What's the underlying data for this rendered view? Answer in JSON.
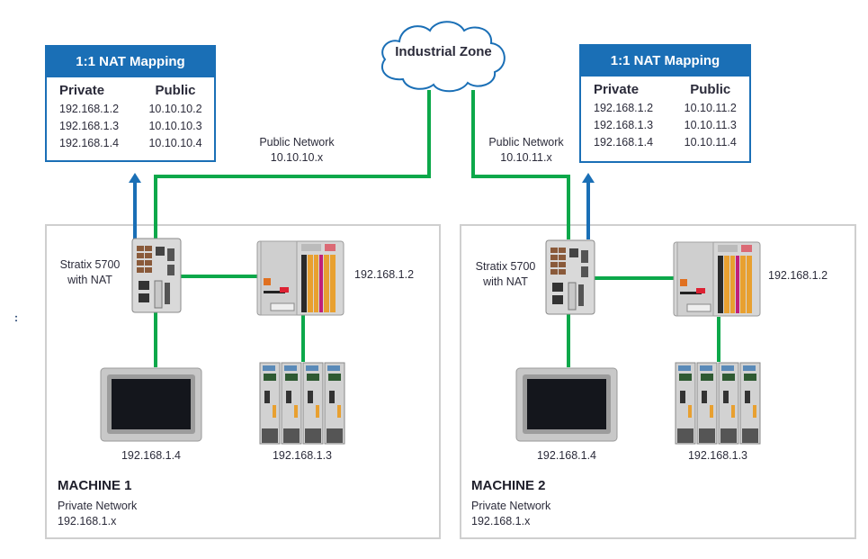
{
  "cloud": {
    "label": "Industrial Zone"
  },
  "nat_tables": [
    {
      "title": "1:1 NAT Mapping",
      "headers": {
        "private": "Private",
        "public": "Public"
      },
      "rows": [
        {
          "private": "192.168.1.2",
          "public": "10.10.10.2"
        },
        {
          "private": "192.168.1.3",
          "public": "10.10.10.3"
        },
        {
          "private": "192.168.1.4",
          "public": "10.10.10.4"
        }
      ]
    },
    {
      "title": "1:1 NAT Mapping",
      "headers": {
        "private": "Private",
        "public": "Public"
      },
      "rows": [
        {
          "private": "192.168.1.2",
          "public": "10.10.11.2"
        },
        {
          "private": "192.168.1.3",
          "public": "10.10.11.3"
        },
        {
          "private": "192.168.1.4",
          "public": "10.10.11.4"
        }
      ]
    }
  ],
  "public_networks": [
    {
      "name": "Public Network",
      "subnet": "10.10.10.x"
    },
    {
      "name": "Public Network",
      "subnet": "10.10.11.x"
    }
  ],
  "machines": [
    {
      "title": "MACHINE 1",
      "network_name": "Private Network",
      "subnet": "192.168.1.x",
      "switch_label_line1": "Stratix 5700",
      "switch_label_line2": "with NAT",
      "controller_ip": "192.168.1.2",
      "drives_ip": "192.168.1.3",
      "hmi_ip": "192.168.1.4"
    },
    {
      "title": "MACHINE 2",
      "network_name": "Private Network",
      "subnet": "192.168.1.x",
      "switch_label_line1": "Stratix 5700",
      "switch_label_line2": "with NAT",
      "controller_ip": "192.168.1.2",
      "drives_ip": "192.168.1.3",
      "hmi_ip": "192.168.1.4"
    }
  ],
  "colors": {
    "nat_blue": "#1a6fb6",
    "ethernet_green": "#0ca84a",
    "frame_gray": "#cfcfcf"
  },
  "stray_mark": ":"
}
